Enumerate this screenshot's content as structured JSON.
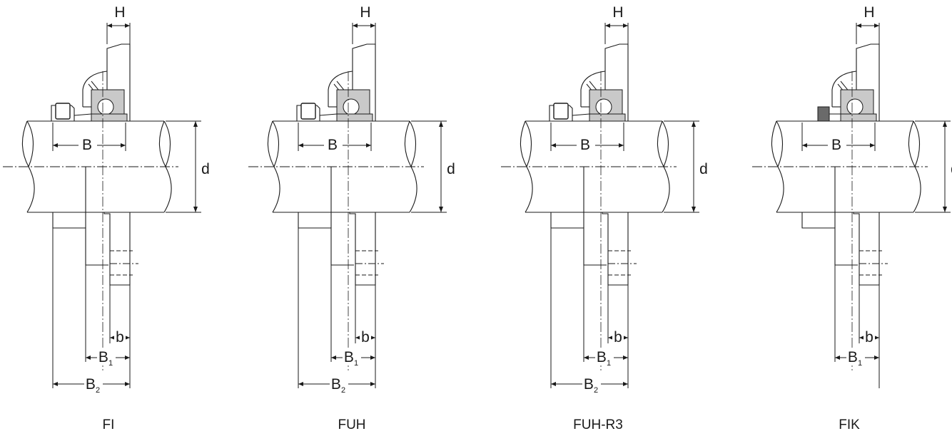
{
  "colors": {
    "line": "#1a1a1a",
    "bearing_fill": "#c9c9c9",
    "dark_fill": "#6a6a6a"
  },
  "dimension_labels": {
    "H": "H",
    "B": "B",
    "d": "d",
    "b": "b",
    "B1_main": "B",
    "B1_sub": "1",
    "B2_main": "B",
    "B2_sub": "2"
  },
  "units": [
    {
      "model": "FI",
      "has_B2": true,
      "set_screw": "block"
    },
    {
      "model": "FUH",
      "has_B2": true,
      "set_screw": "block"
    },
    {
      "model": "FUH-R3",
      "has_B2": true,
      "set_screw": "block"
    },
    {
      "model": "FIK",
      "has_B2": false,
      "set_screw": "sleeve"
    }
  ]
}
